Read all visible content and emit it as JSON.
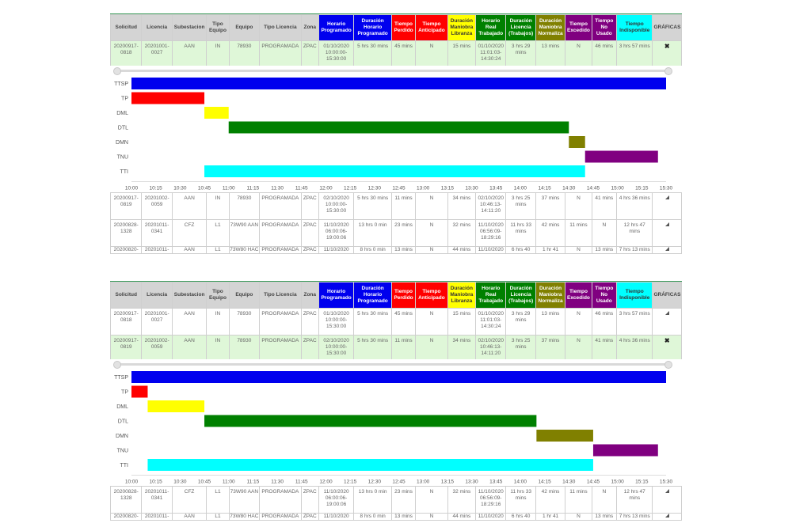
{
  "header": [
    "Solicitud",
    "Licencia",
    "Subestacion",
    "Tipo Equipo",
    "Equipo",
    "Tipo Licencia",
    "Zona",
    "Horario Programado",
    "Duración Horario Programado",
    "Tiempo Perdido",
    "Tiempo Anticipado",
    "Duración Maniobra Libranza",
    "Horario Real Trabajado",
    "Duración Licencia (Trabajos)",
    "Duración Maniobra Normaliza",
    "Tiempo Excedido",
    "Tiempo No Usado",
    "Tiempo Indisponible",
    "GRÁFICAS"
  ],
  "colors": {
    "head_bg": "#d4d4d4",
    "TTSP": "#0000ee",
    "TP": "#ff0000",
    "DML": "#ffff00",
    "DTL": "#008000",
    "DMN": "#808000",
    "TNU": "#800080",
    "TTI": "#00ffff",
    "selected_row": "#dff7d8"
  },
  "rows": [
    {
      "cells": [
        "20200917-0818",
        "20201001-0027",
        "AAN",
        "IN",
        "78930",
        "PROGRAMADA",
        "ZPAC",
        "01/10/2020 10:00:00-15:30:00",
        "5 hrs 30 mins",
        "45 mins",
        "N",
        "15 mins",
        "01/10/2020 11:01:03-14:30:24",
        "3 hrs 29 mins",
        "13 mins",
        "N",
        "46 mins",
        "3 hrs 57 mins"
      ],
      "icon": "chart-triangle-icon"
    },
    {
      "cells": [
        "20200917-0819",
        "20201002-0059",
        "AAN",
        "IN",
        "78930",
        "PROGRAMADA",
        "ZPAC",
        "02/10/2020 10:00:00-15:30:00",
        "5 hrs 30 mins",
        "11 mins",
        "N",
        "34 mins",
        "02/10/2020 10:46:13-14:11:20",
        "3 hrs 25 mins",
        "37 mins",
        "N",
        "41 mins",
        "4 hrs 36 mins"
      ],
      "icon": "chart-triangle-icon"
    },
    {
      "cells": [
        "20200828-1328",
        "20201011-0341",
        "CFZ",
        "L1",
        "73W90 AAN",
        "PROGRAMADA",
        "ZPAC",
        "11/10/2020 06:00:06-19:00:06",
        "13 hrs 0 min",
        "23 mins",
        "N",
        "32 mins",
        "11/10/2020 06:56:09-18:29:16",
        "11 hrs 33 mins",
        "42 mins",
        "11 mins",
        "N",
        "12 hrs 47 mins"
      ],
      "icon": "chart-triangle-icon"
    },
    {
      "cells": [
        "20200820-",
        "20201011-",
        "AAN",
        "L1",
        "73W80 HAC",
        "PROGRAMADA",
        "ZPAC",
        "11/10/2020",
        "8 hrs 0 min",
        "13 mins",
        "N",
        "44 mins",
        "11/10/2020",
        "6 hrs 40",
        "1 hr 41",
        "N",
        "13 mins",
        "7 hrs 13 mins"
      ],
      "icon": "chart-triangle-icon"
    }
  ],
  "close_label": "✖",
  "chart_data": [
    {
      "type": "bar",
      "title": "",
      "x": [
        "10:00",
        "10:15",
        "10:30",
        "10:45",
        "11:00",
        "11:15",
        "11:30",
        "11:45",
        "12:00",
        "12:15",
        "12:30",
        "12:45",
        "13:00",
        "13:15",
        "13:30",
        "13:45",
        "14:00",
        "14:15",
        "14:30",
        "14:45",
        "15:00",
        "15:15",
        "15:30"
      ],
      "xlim": [
        "10:00",
        "15:30"
      ],
      "categories": [
        "TTSP",
        "TP",
        "DML",
        "DTL",
        "DMN",
        "TNU",
        "TTI"
      ],
      "series": [
        {
          "name": "TTSP",
          "start": "10:00",
          "end": "15:30"
        },
        {
          "name": "TP",
          "start": "10:00",
          "end": "10:45"
        },
        {
          "name": "DML",
          "start": "10:45",
          "end": "11:00"
        },
        {
          "name": "DTL",
          "start": "11:00",
          "end": "14:30"
        },
        {
          "name": "DMN",
          "start": "14:30",
          "end": "14:40"
        },
        {
          "name": "TNU",
          "start": "14:40",
          "end": "15:25"
        },
        {
          "name": "TTI",
          "start": "10:45",
          "end": "14:40"
        }
      ]
    },
    {
      "type": "bar",
      "title": "",
      "x": [
        "10:00",
        "10:15",
        "10:30",
        "10:45",
        "11:00",
        "11:15",
        "11:30",
        "11:45",
        "12:00",
        "12:15",
        "12:30",
        "12:45",
        "13:00",
        "13:15",
        "13:30",
        "13:45",
        "14:00",
        "14:15",
        "14:30",
        "14:45",
        "15:00",
        "15:15",
        "15:30"
      ],
      "xlim": [
        "10:00",
        "15:30"
      ],
      "categories": [
        "TTSP",
        "TP",
        "DML",
        "DTL",
        "DMN",
        "TNU",
        "TTI"
      ],
      "series": [
        {
          "name": "TTSP",
          "start": "10:00",
          "end": "15:30"
        },
        {
          "name": "TP",
          "start": "10:00",
          "end": "10:10"
        },
        {
          "name": "DML",
          "start": "10:10",
          "end": "10:45"
        },
        {
          "name": "DTL",
          "start": "10:45",
          "end": "14:10"
        },
        {
          "name": "DMN",
          "start": "14:10",
          "end": "14:45"
        },
        {
          "name": "TNU",
          "start": "14:45",
          "end": "15:25"
        },
        {
          "name": "TTI",
          "start": "10:10",
          "end": "14:45"
        }
      ]
    }
  ]
}
